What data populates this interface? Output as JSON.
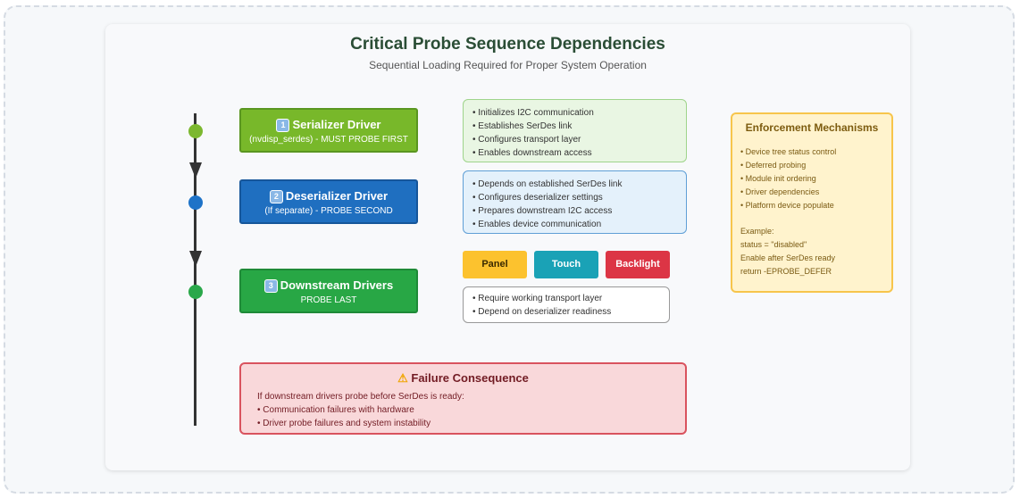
{
  "header": {
    "title": "Critical Probe Sequence Dependencies",
    "subtitle": "Sequential Loading Required for Proper System Operation"
  },
  "stages": [
    {
      "num": "1",
      "title": "Serializer Driver",
      "subtitle": "(nvdisp_serdes) - MUST PROBE FIRST",
      "color": "#78b82a"
    },
    {
      "num": "2",
      "title": "Deserializer Driver",
      "subtitle": "(If separate) - PROBE SECOND",
      "color": "#1f6fc0"
    },
    {
      "num": "3",
      "title": "Downstream Drivers",
      "subtitle": "PROBE LAST",
      "color": "#28a745"
    }
  ],
  "details": {
    "serializer": [
      "Initializes I2C communication",
      "Establishes SerDes link",
      "Configures transport layer",
      "Enables downstream access"
    ],
    "deserializer": [
      "Depends on established SerDes link",
      "Configures deserializer settings",
      "Prepares downstream I2C access",
      "Enables device communication"
    ],
    "downstream": [
      "Require working transport layer",
      "Depend on deserializer readiness"
    ]
  },
  "devices": [
    {
      "label": "Panel",
      "color": "#fcc22e",
      "text_color": "#3a2a00"
    },
    {
      "label": "Touch",
      "color": "#1aa2b6",
      "text_color": "#ffffff"
    },
    {
      "label": "Backlight",
      "color": "#dc3545",
      "text_color": "#ffffff"
    }
  ],
  "failure": {
    "icon": "warning-icon",
    "title": "Failure Consequence",
    "intro": "If downstream drivers probe before SerDes is ready:",
    "items": [
      "Communication failures with hardware",
      "Driver probe failures and system instability"
    ]
  },
  "enforcement": {
    "title": "Enforcement Mechanisms",
    "items": [
      "Device tree status control",
      "Deferred probing",
      "Module init ordering",
      "Driver dependencies",
      "Platform device populate"
    ],
    "example_label": "Example:",
    "example_lines": [
      "status = \"disabled\"",
      "Enable after SerDes ready",
      "return -EPROBE_DEFER"
    ]
  },
  "colors": {
    "dot_green": "#7cb82f",
    "dot_blue": "#1e73c8",
    "dot_green2": "#2aa84a"
  }
}
